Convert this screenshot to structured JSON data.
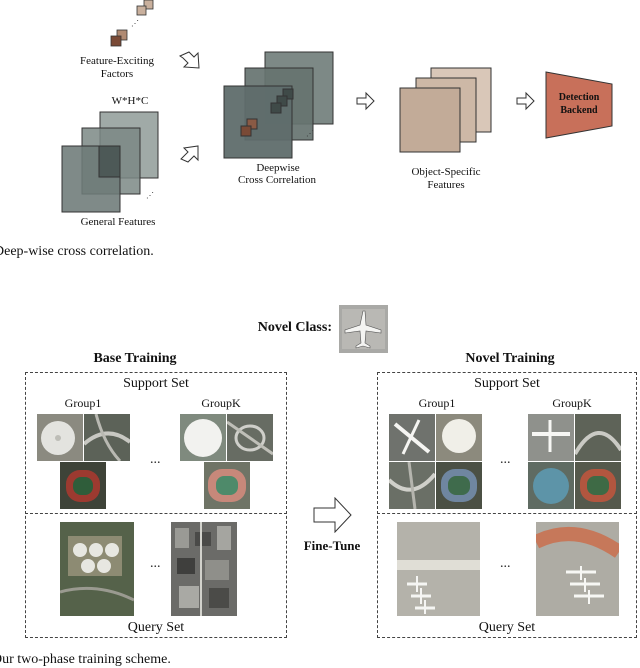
{
  "top_diagram": {
    "factors_label": "Feature-Exciting Factors",
    "dims_label": "W*H*C",
    "general_label": "General Features",
    "corr_label_1": "Deepwise",
    "corr_label_2": "Cross Correlation",
    "object_label_1": "Object-Specific",
    "object_label_2": "Features",
    "backend_line1": "Detection",
    "backend_line2": "Backend",
    "caption": "Deep-wise cross correlation.",
    "colors": {
      "slate": "#5f6d6b",
      "brown": "#8a5a45",
      "beige": "#c9b09d",
      "backend": "#c8705a"
    }
  },
  "bottom_diagram": {
    "novel_class_label": "Novel  Class:",
    "base_title": "Base Training",
    "novel_title": "Novel Training",
    "fine_tune": "Fine-Tune",
    "support_set": "Support Set",
    "query_set": "Query Set",
    "group1": "Group1",
    "groupk": "GroupK",
    "ellipsis": "...",
    "caption": "Our two-phase training scheme."
  }
}
